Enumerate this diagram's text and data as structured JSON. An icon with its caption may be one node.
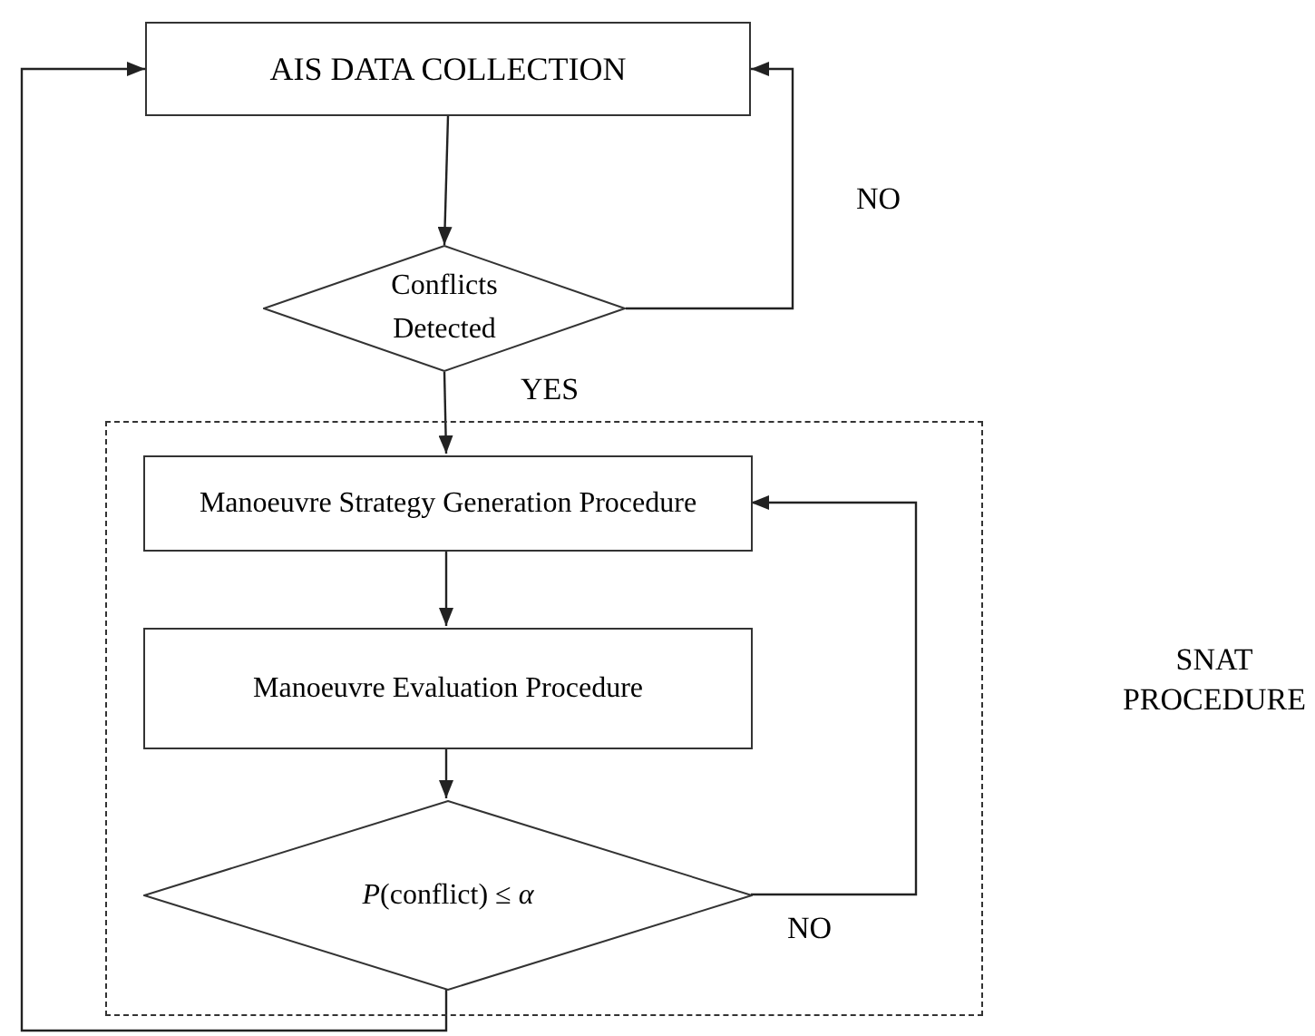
{
  "diagram": {
    "nodes": [
      {
        "text": [
          "AIS DATA COLLECTION"
        ]
      },
      {
        "text": [
          "Conflicts Detected"
        ]
      },
      {
        "text": [
          "SNAT PROCEDURE"
        ]
      },
      {
        "text": [
          "Manoeuvre Strategy Generation Procedure"
        ],
        "in": 2
      },
      {
        "text": [
          "Manoeuvre Evaluation Procedure"
        ],
        "in": 2
      },
      {
        "text": [
          "*P*(conflict) ≤ *α*"
        ],
        "in": 2
      }
    ],
    "edges": [
      {
        "from": 0,
        "to": 1,
        "arrow": "to"
      },
      {
        "from": 1,
        "to": 0,
        "arrow": "to",
        "label": "NO"
      },
      {
        "from": 1,
        "to": 3,
        "arrow": "to",
        "label": "YES"
      },
      {
        "from": 3,
        "to": 4,
        "arrow": "to"
      },
      {
        "from": 4,
        "to": 5,
        "arrow": "to"
      },
      {
        "from": 5,
        "to": 3,
        "arrow": "to",
        "label": "NO"
      },
      {
        "from": 5,
        "to": 0,
        "arrow": "to"
      }
    ]
  }
}
